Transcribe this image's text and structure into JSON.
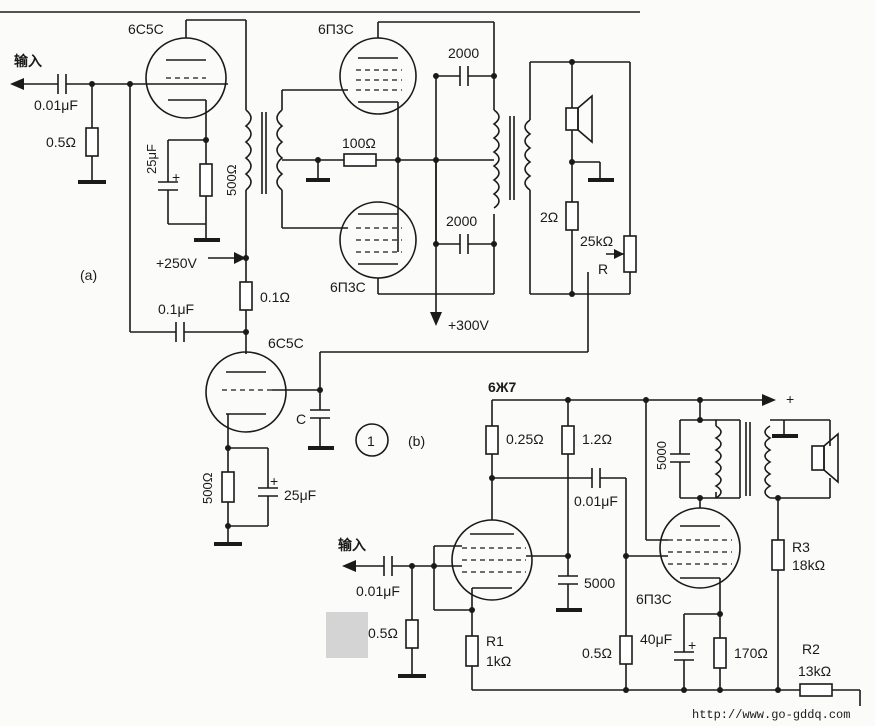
{
  "circuit_a": {
    "input_label": "输入",
    "input_cap": "0.01μF",
    "grid_res": "0.5Ω",
    "tube_top": "6C5C",
    "cathode_cap": "25μF",
    "cathode_res": "500Ω",
    "push_pull_tube_top": "6П3C",
    "push_pull_tube_bottom": "6П3C",
    "cap_top": "2000",
    "cap_bottom": "2000",
    "center_res": "100Ω",
    "b_plus_250": "+250V",
    "b_plus_300": "+300V",
    "decouple_res": "0.1Ω",
    "feedback_cap": "0.1μF",
    "out_res": "2Ω",
    "pot": "25kΩ",
    "pot_letter": "R",
    "tube_bottom": "6C5C",
    "cap_c": "C",
    "bottom_cathode_res": "500Ω",
    "bottom_cathode_cap": "25μF",
    "label_a": "(a)"
  },
  "figure_number": "1",
  "circuit_b": {
    "label_b": "(b)",
    "tube_driver": "6Ж7",
    "input_label": "输入",
    "input_cap": "0.01μF",
    "grid_res": "0.5Ω",
    "plate_res": "0.25Ω",
    "screen_res": "1.2Ω",
    "coupling_cap": "0.01μF",
    "screen_cap": "5000",
    "r1_name": "R1",
    "r1_value": "1kΩ",
    "tube_output": "6П3C",
    "output_grid_res": "0.5Ω",
    "cathode_cap": "40μF",
    "cathode_res": "170Ω",
    "primary_cap": "5000",
    "plus_sign": "+",
    "r3_name": "R3",
    "r3_value": "18kΩ",
    "r2_name": "R2",
    "r2_value": "13kΩ"
  },
  "watermark": "http://www.go-gddq.com"
}
